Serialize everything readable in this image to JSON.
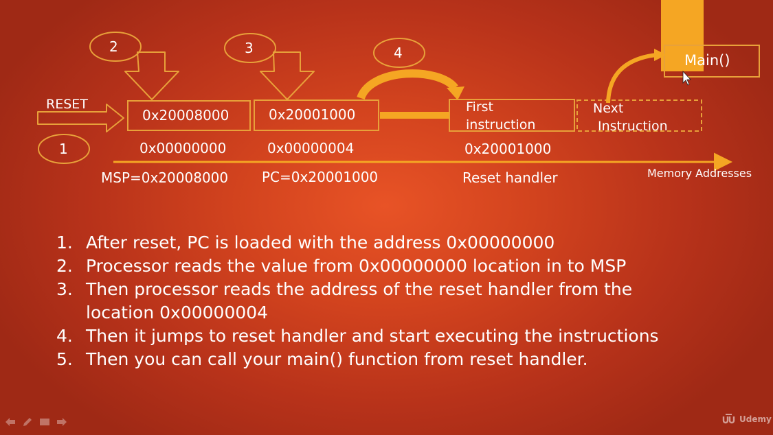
{
  "diagram": {
    "step_markers": [
      "2",
      "3",
      "4",
      "1"
    ],
    "reset_label": "RESET",
    "memory": {
      "msp_value": "0x20008000",
      "reset_vector_value": "0x20001000",
      "first_instruction": [
        "First",
        "instruction"
      ],
      "next_instruction": [
        "Next",
        "Instruction"
      ],
      "main_label": "Main()"
    },
    "addresses": {
      "addr_0": "0x00000000",
      "addr_4": "0x00000004",
      "addr_handler": "0x20001000"
    },
    "captions": {
      "msp": "MSP=0x20008000",
      "pc": "PC=0x20001000",
      "reset_handler": "Reset handler"
    },
    "axis_label": "Memory Addresses"
  },
  "steps": [
    {
      "num": "1.",
      "text": "After reset, PC is loaded with the address 0x00000000"
    },
    {
      "num": "2.",
      "text": "Processor reads the value from 0x00000000 location in to MSP"
    },
    {
      "num": "3.",
      "text": "Then processor reads the address of the reset handler from the"
    },
    {
      "num": "",
      "text": "location 0x00000004"
    },
    {
      "num": "4.",
      "text": "Then it jumps to reset handler and start executing the instructions"
    },
    {
      "num": "5.",
      "text": "Then you can call your main() function from reset handler."
    }
  ],
  "footer": {
    "brand": "Udemy",
    "controls": [
      "back-icon",
      "pen-icon",
      "slides-icon",
      "forward-icon"
    ]
  },
  "colors": {
    "accent_orange": "#f5a623",
    "outline_orange": "#e8a13a",
    "background": "#d2431e"
  }
}
